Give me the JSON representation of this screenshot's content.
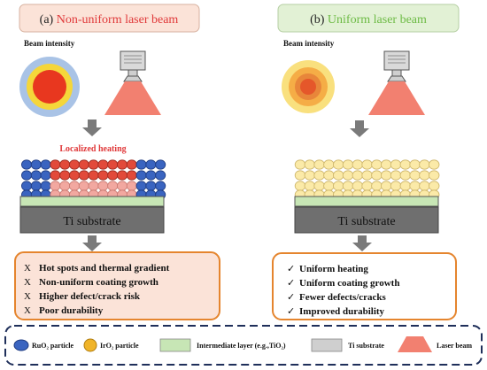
{
  "panel_a": {
    "title": "(a) ",
    "title_colored": "Non-uniform laser beam",
    "beam_intensity_label": "Beam intensity",
    "heating_label": "Localized heating",
    "substrate_label": "Ti substrate",
    "outcomes": [
      {
        "marker": "X",
        "text": "Hot spots and thermal gradient"
      },
      {
        "marker": "X",
        "text": "Non-uniform coating growth"
      },
      {
        "marker": "X",
        "text": "Higher defect/crack risk"
      },
      {
        "marker": "X",
        "text": "Poor durability"
      }
    ]
  },
  "panel_b": {
    "title": "(b) ",
    "title_colored": "Uniform laser beam",
    "beam_intensity_label": "Beam intensity",
    "substrate_label": "Ti substrate",
    "outcomes": [
      {
        "marker": "✓",
        "text": "Uniform heating"
      },
      {
        "marker": "✓",
        "text": "Uniform coating growth"
      },
      {
        "marker": "✓",
        "text": "Fewer defects/cracks"
      },
      {
        "marker": "✓",
        "text": "Improved durability"
      }
    ]
  },
  "legend": {
    "ruo2": "RuO₂ particle",
    "iro2": "IrO₂ particle",
    "intermediate": "Intermediate layer (e.g.,TiO₂)",
    "substrate": "Ti substrate",
    "laser": "Laser beam"
  },
  "colors": {
    "ruo2": "#3a64c0",
    "iro2": "#f0b429",
    "hot_particle": "#e24a3a",
    "warm_particle": "#f2a8a0",
    "uniform_particle": "#fbeaa8",
    "intermediate": "#c7e6b5",
    "substrate": "#6f6f6f",
    "laser": "#f28070",
    "panel_a_accent": "#e0393a",
    "panel_b_accent": "#6dbb45",
    "outcome_border": "#e5852e"
  }
}
